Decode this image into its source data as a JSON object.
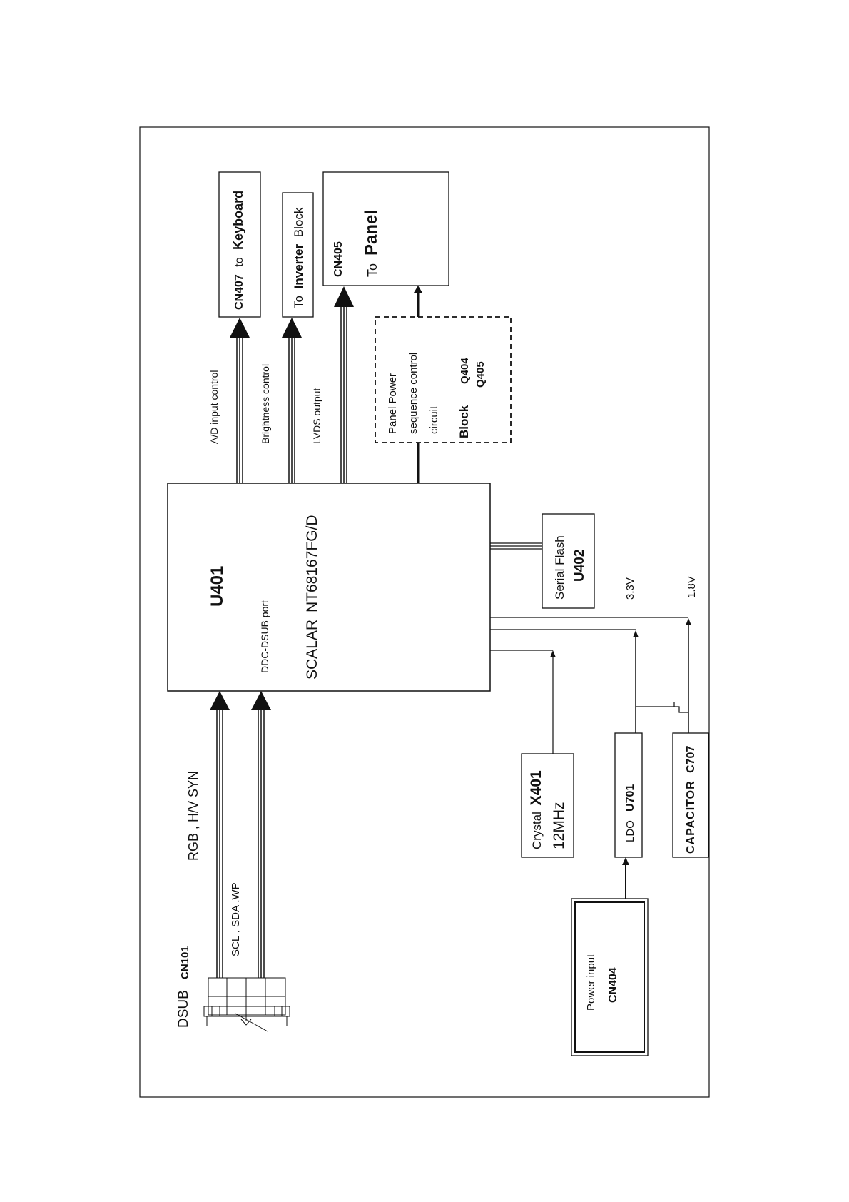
{
  "colors": {
    "line": "#111111",
    "background": "#ffffff"
  },
  "u401": {
    "ref": "U401",
    "port": "DDC-DSUB port",
    "scalar": "SCALAR",
    "part": "NT68167FG/D"
  },
  "keyboard": {
    "ref": "CN407",
    "to": "to",
    "name": "Keyboard",
    "signal": "A/D input control"
  },
  "inverter": {
    "to": "To",
    "name": "Inverter",
    "suffix": "Block",
    "signal": "Brightness control"
  },
  "panel": {
    "ref": "CN405",
    "to": "To",
    "name": "Panel",
    "signal": "LVDS output"
  },
  "power_seq": {
    "line1": "Panel Power",
    "line2": "sequence control",
    "line3": "circuit",
    "block": "Block",
    "q1": "Q404",
    "q2": "Q405"
  },
  "flash": {
    "name": "Serial Flash",
    "ref": "U402"
  },
  "rails": {
    "v33": "3.3V",
    "v18": "1.8V"
  },
  "dsub": {
    "name": "DSUB",
    "ref": "CN101",
    "signal_rgb": "RGB , H/V SYN",
    "signal_ddc": "SCL , SDA ,WP"
  },
  "crystal": {
    "name": "Crystal",
    "ref": "X401",
    "freq": "12MHz"
  },
  "ldo": {
    "name": "LDO",
    "ref": "U701"
  },
  "capacitor": {
    "name": "CAPACITOR",
    "ref": "C707"
  },
  "power_input": {
    "name": "Power input",
    "ref": "CN404"
  }
}
